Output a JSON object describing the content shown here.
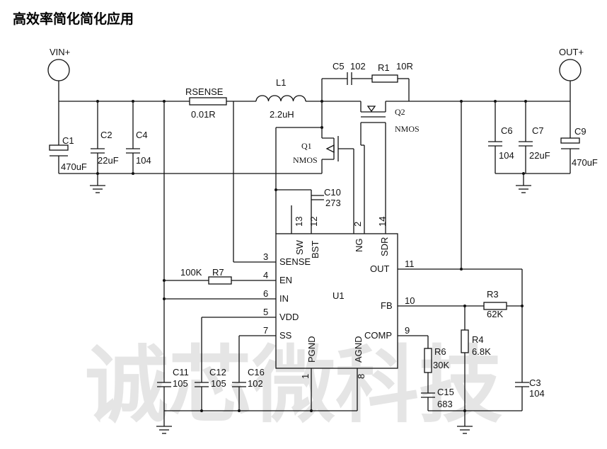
{
  "title": "高效率简化简化应用",
  "watermark": "诚芯微科技",
  "terminals": {
    "vin": "VIN+",
    "vout": "OUT+"
  },
  "components": {
    "rsense": {
      "ref": "RSENSE",
      "value": "0.01R"
    },
    "l1": {
      "ref": "L1",
      "value": "2.2uH"
    },
    "c5": {
      "ref": "C5",
      "value": "102"
    },
    "r1": {
      "ref": "R1",
      "value": "10R"
    },
    "q1": {
      "ref": "Q1",
      "type": "NMOS"
    },
    "q2": {
      "ref": "Q2",
      "type": "NMOS"
    },
    "c1": {
      "ref": "C1",
      "value": "470uF"
    },
    "c2": {
      "ref": "C2",
      "value": "22uF"
    },
    "c4": {
      "ref": "C4",
      "value": "104"
    },
    "c6": {
      "ref": "C6",
      "value": "104"
    },
    "c7": {
      "ref": "C7",
      "value": "22uF"
    },
    "c9": {
      "ref": "C9",
      "value": "470uF"
    },
    "c10": {
      "ref": "C10",
      "value": "273"
    },
    "r7": {
      "ref": "R7",
      "value": "100K"
    },
    "c11": {
      "ref": "C11",
      "value": "105"
    },
    "c12": {
      "ref": "C12",
      "value": "105"
    },
    "c16": {
      "ref": "C16",
      "value": "102"
    },
    "r3": {
      "ref": "R3",
      "value": "62K"
    },
    "r4": {
      "ref": "R4",
      "value": "6.8K"
    },
    "r6": {
      "ref": "R6",
      "value": "30K"
    },
    "c15": {
      "ref": "C15",
      "value": "683"
    },
    "c3": {
      "ref": "C3",
      "value": "104"
    }
  },
  "ic": {
    "ref": "U1",
    "pins": {
      "sense": {
        "num": "3",
        "name": "SENSE"
      },
      "en": {
        "num": "4",
        "name": "EN"
      },
      "in": {
        "num": "6",
        "name": "IN"
      },
      "vdd": {
        "num": "5",
        "name": "VDD"
      },
      "ss": {
        "num": "7",
        "name": "SS"
      },
      "sw": {
        "num": "13",
        "name": "SW"
      },
      "bst": {
        "num": "12",
        "name": "BST"
      },
      "ng": {
        "num": "2",
        "name": "NG"
      },
      "sdr": {
        "num": "14",
        "name": "SDR"
      },
      "out": {
        "num": "11",
        "name": "OUT"
      },
      "fb": {
        "num": "10",
        "name": "FB"
      },
      "comp": {
        "num": "9",
        "name": "COMP"
      },
      "pgnd": {
        "num": "1",
        "name": "PGND"
      },
      "agnd": {
        "num": "8",
        "name": "AGND"
      }
    }
  }
}
